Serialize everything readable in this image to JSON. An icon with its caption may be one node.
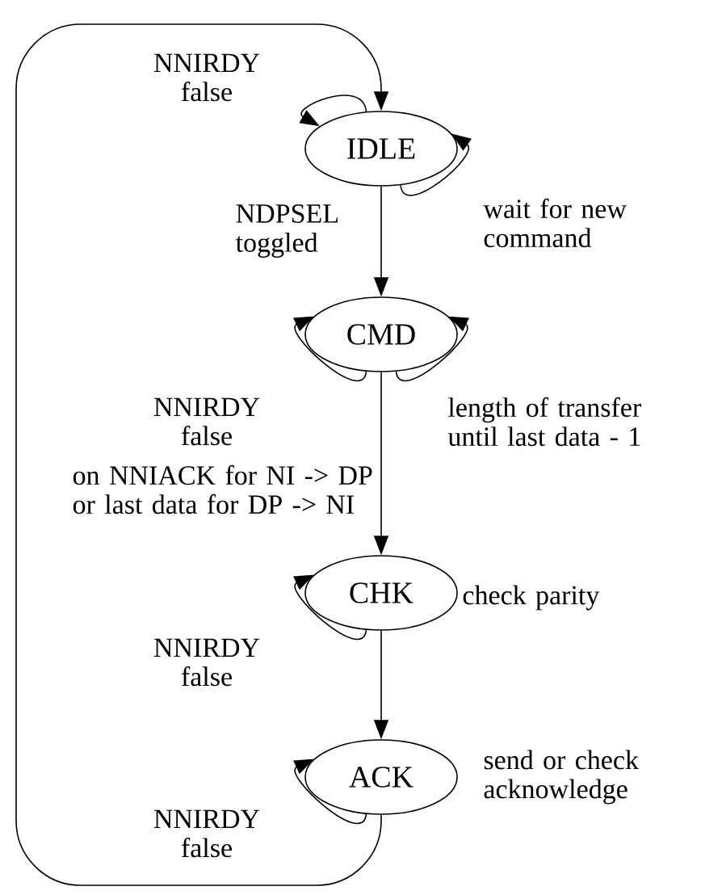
{
  "diagram": {
    "nodes": [
      {
        "text": [
          "IDLE"
        ]
      },
      {
        "text": [
          "CMD"
        ]
      },
      {
        "text": [
          "CHK"
        ],
        "beside": [
          "check parity"
        ]
      },
      {
        "text": [
          "ACK"
        ],
        "beside": [
          "send or check acknowledge"
        ]
      }
    ],
    "edges": [
      {
        "from": 0,
        "to": 0,
        "arrow": "to",
        "label": "NNIRDY false"
      },
      {
        "from": 0,
        "to": 0,
        "arrow": "to",
        "label": "wait for new command"
      },
      {
        "from": 0,
        "to": 1,
        "arrow": "to",
        "label": "NDPSEL toggled"
      },
      {
        "from": 1,
        "to": 1,
        "arrow": "to",
        "label": "NNIRDY false"
      },
      {
        "from": 1,
        "to": 1,
        "arrow": "to",
        "label": "length of transfer until last data - 1"
      },
      {
        "from": 1,
        "to": 2,
        "arrow": "to",
        "label": "on NNIACK for NI -> DP or last data for DP -> NI"
      },
      {
        "from": 2,
        "to": 2,
        "arrow": "to",
        "label": "NNIRDY false"
      },
      {
        "from": 2,
        "to": 3,
        "arrow": "to"
      },
      {
        "from": 3,
        "to": 3,
        "arrow": "to",
        "label": "NNIRDY false"
      },
      {
        "from": 3,
        "to": 0,
        "arrow": "to"
      }
    ]
  }
}
